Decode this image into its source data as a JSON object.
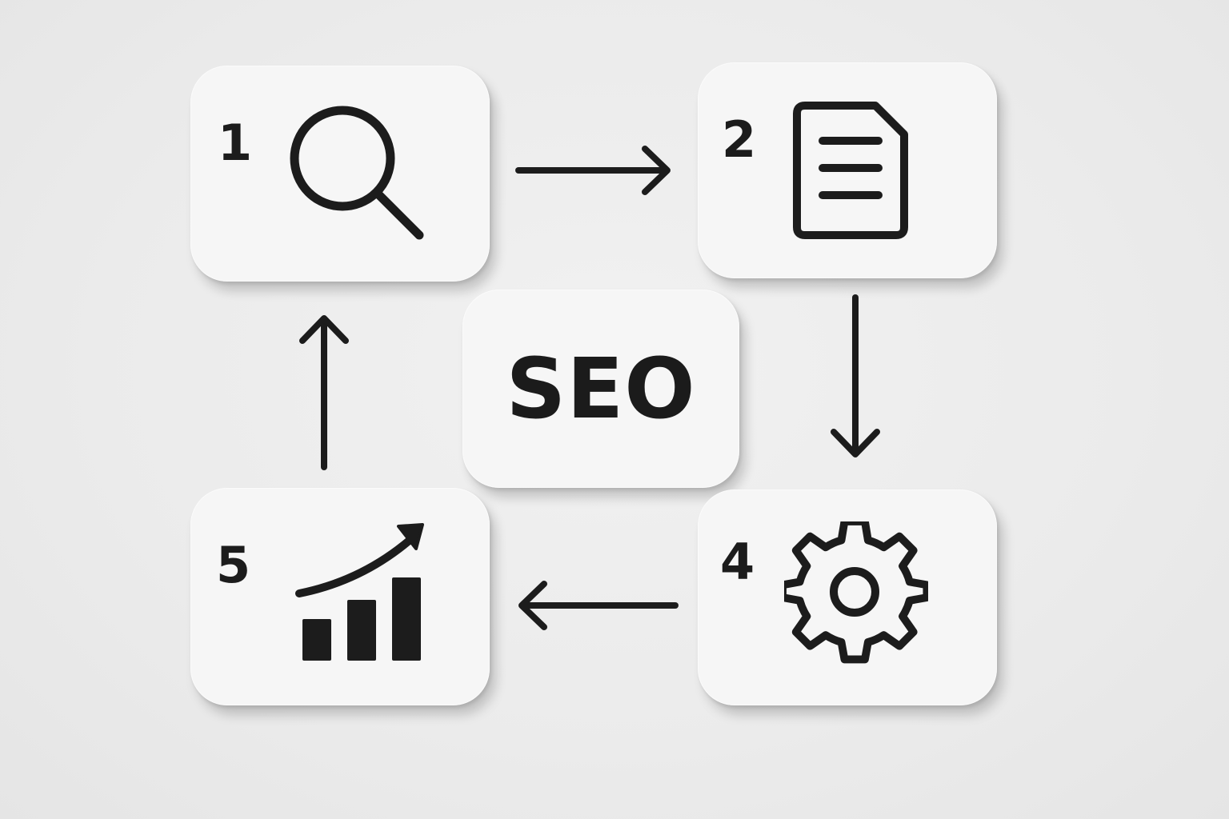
{
  "center": {
    "label": "SEO"
  },
  "steps": [
    {
      "number": "1",
      "icon": "magnifying-glass"
    },
    {
      "number": "2",
      "icon": "document"
    },
    {
      "number": "4",
      "icon": "gear"
    },
    {
      "number": "5",
      "icon": "growth-chart"
    }
  ],
  "colors": {
    "background": "#ececec",
    "card": "#f6f6f6",
    "ink": "#1c1c1c"
  }
}
